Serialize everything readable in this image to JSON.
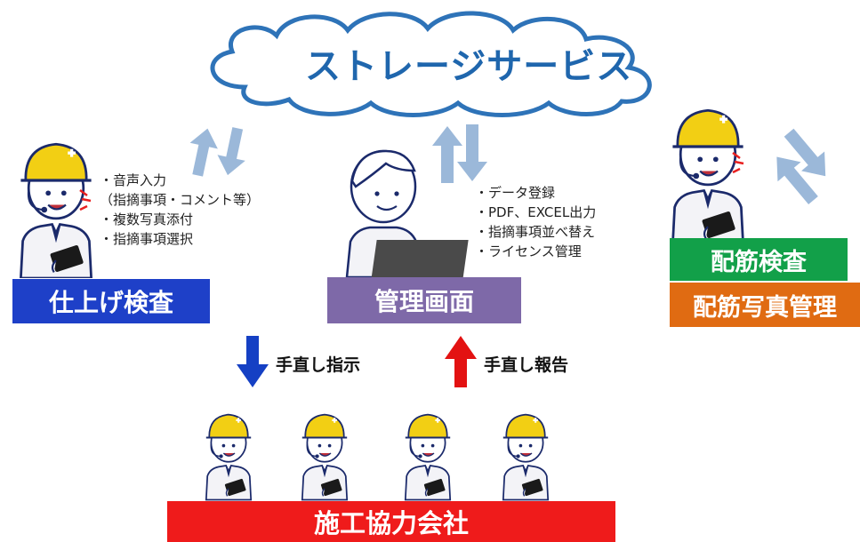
{
  "cloud": {
    "label": "ストレージサービス"
  },
  "left_worker": {
    "label": "仕上げ検査",
    "bullets": [
      "・音声入力",
      "（指摘事項・コメント等）",
      "・複数写真添付",
      "・指摘事項選択"
    ]
  },
  "center_admin": {
    "label": "管理画面",
    "bullets": [
      "・データ登録",
      "・PDF、EXCEL出力",
      "・指摘事項並べ替え",
      "・ライセンス管理"
    ]
  },
  "right_worker": {
    "label_top": "配筋検査",
    "label_bottom": "配筋写真管理"
  },
  "flows": {
    "down_label": "手直し指示",
    "up_label": "手直し報告"
  },
  "bottom": {
    "label": "施工協力会社"
  },
  "colors": {
    "cloud_stroke": "#2e73b8",
    "cloud_text": "#1f66ad",
    "blue_box": "#1e40c8",
    "purple_box": "#7e69a8",
    "green_box": "#12a049",
    "orange_box": "#e06b12",
    "red_box": "#ef1b1b",
    "sync_arrow": "#9bb8d9",
    "down_arrow": "#1540c4",
    "up_arrow": "#e31212",
    "helmet": "#f2cf14"
  }
}
